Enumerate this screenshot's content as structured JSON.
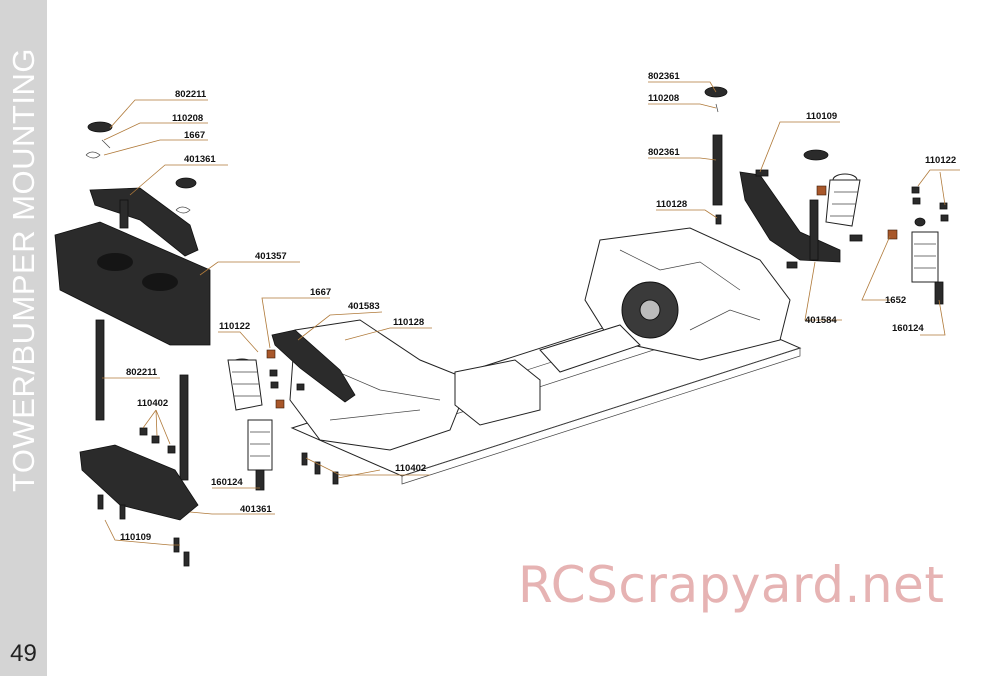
{
  "page": {
    "section_title": "TOWER/BUMPER MOUNTING",
    "page_number": "49",
    "watermark": "RCScrapyard.net"
  },
  "part_labels": {
    "802211_top": "802211",
    "110208_left": "110208",
    "1667_left": "1667",
    "401361_top": "401361",
    "401357": "401357",
    "1667_mid": "1667",
    "401583": "401583",
    "110128_mid": "110128",
    "110122_left": "110122",
    "802211_bottom": "802211",
    "110402_left": "110402",
    "160124_left": "160124",
    "401361_bottom": "401361",
    "110109_left": "110109",
    "110402_mid": "110402",
    "802361_top": "802361",
    "110208_right": "110208",
    "802361_post": "802361",
    "110128_right": "110128",
    "110109_right": "110109",
    "110122_right": "110122",
    "1652": "1652",
    "401584": "401584",
    "160124_right": "160124"
  }
}
